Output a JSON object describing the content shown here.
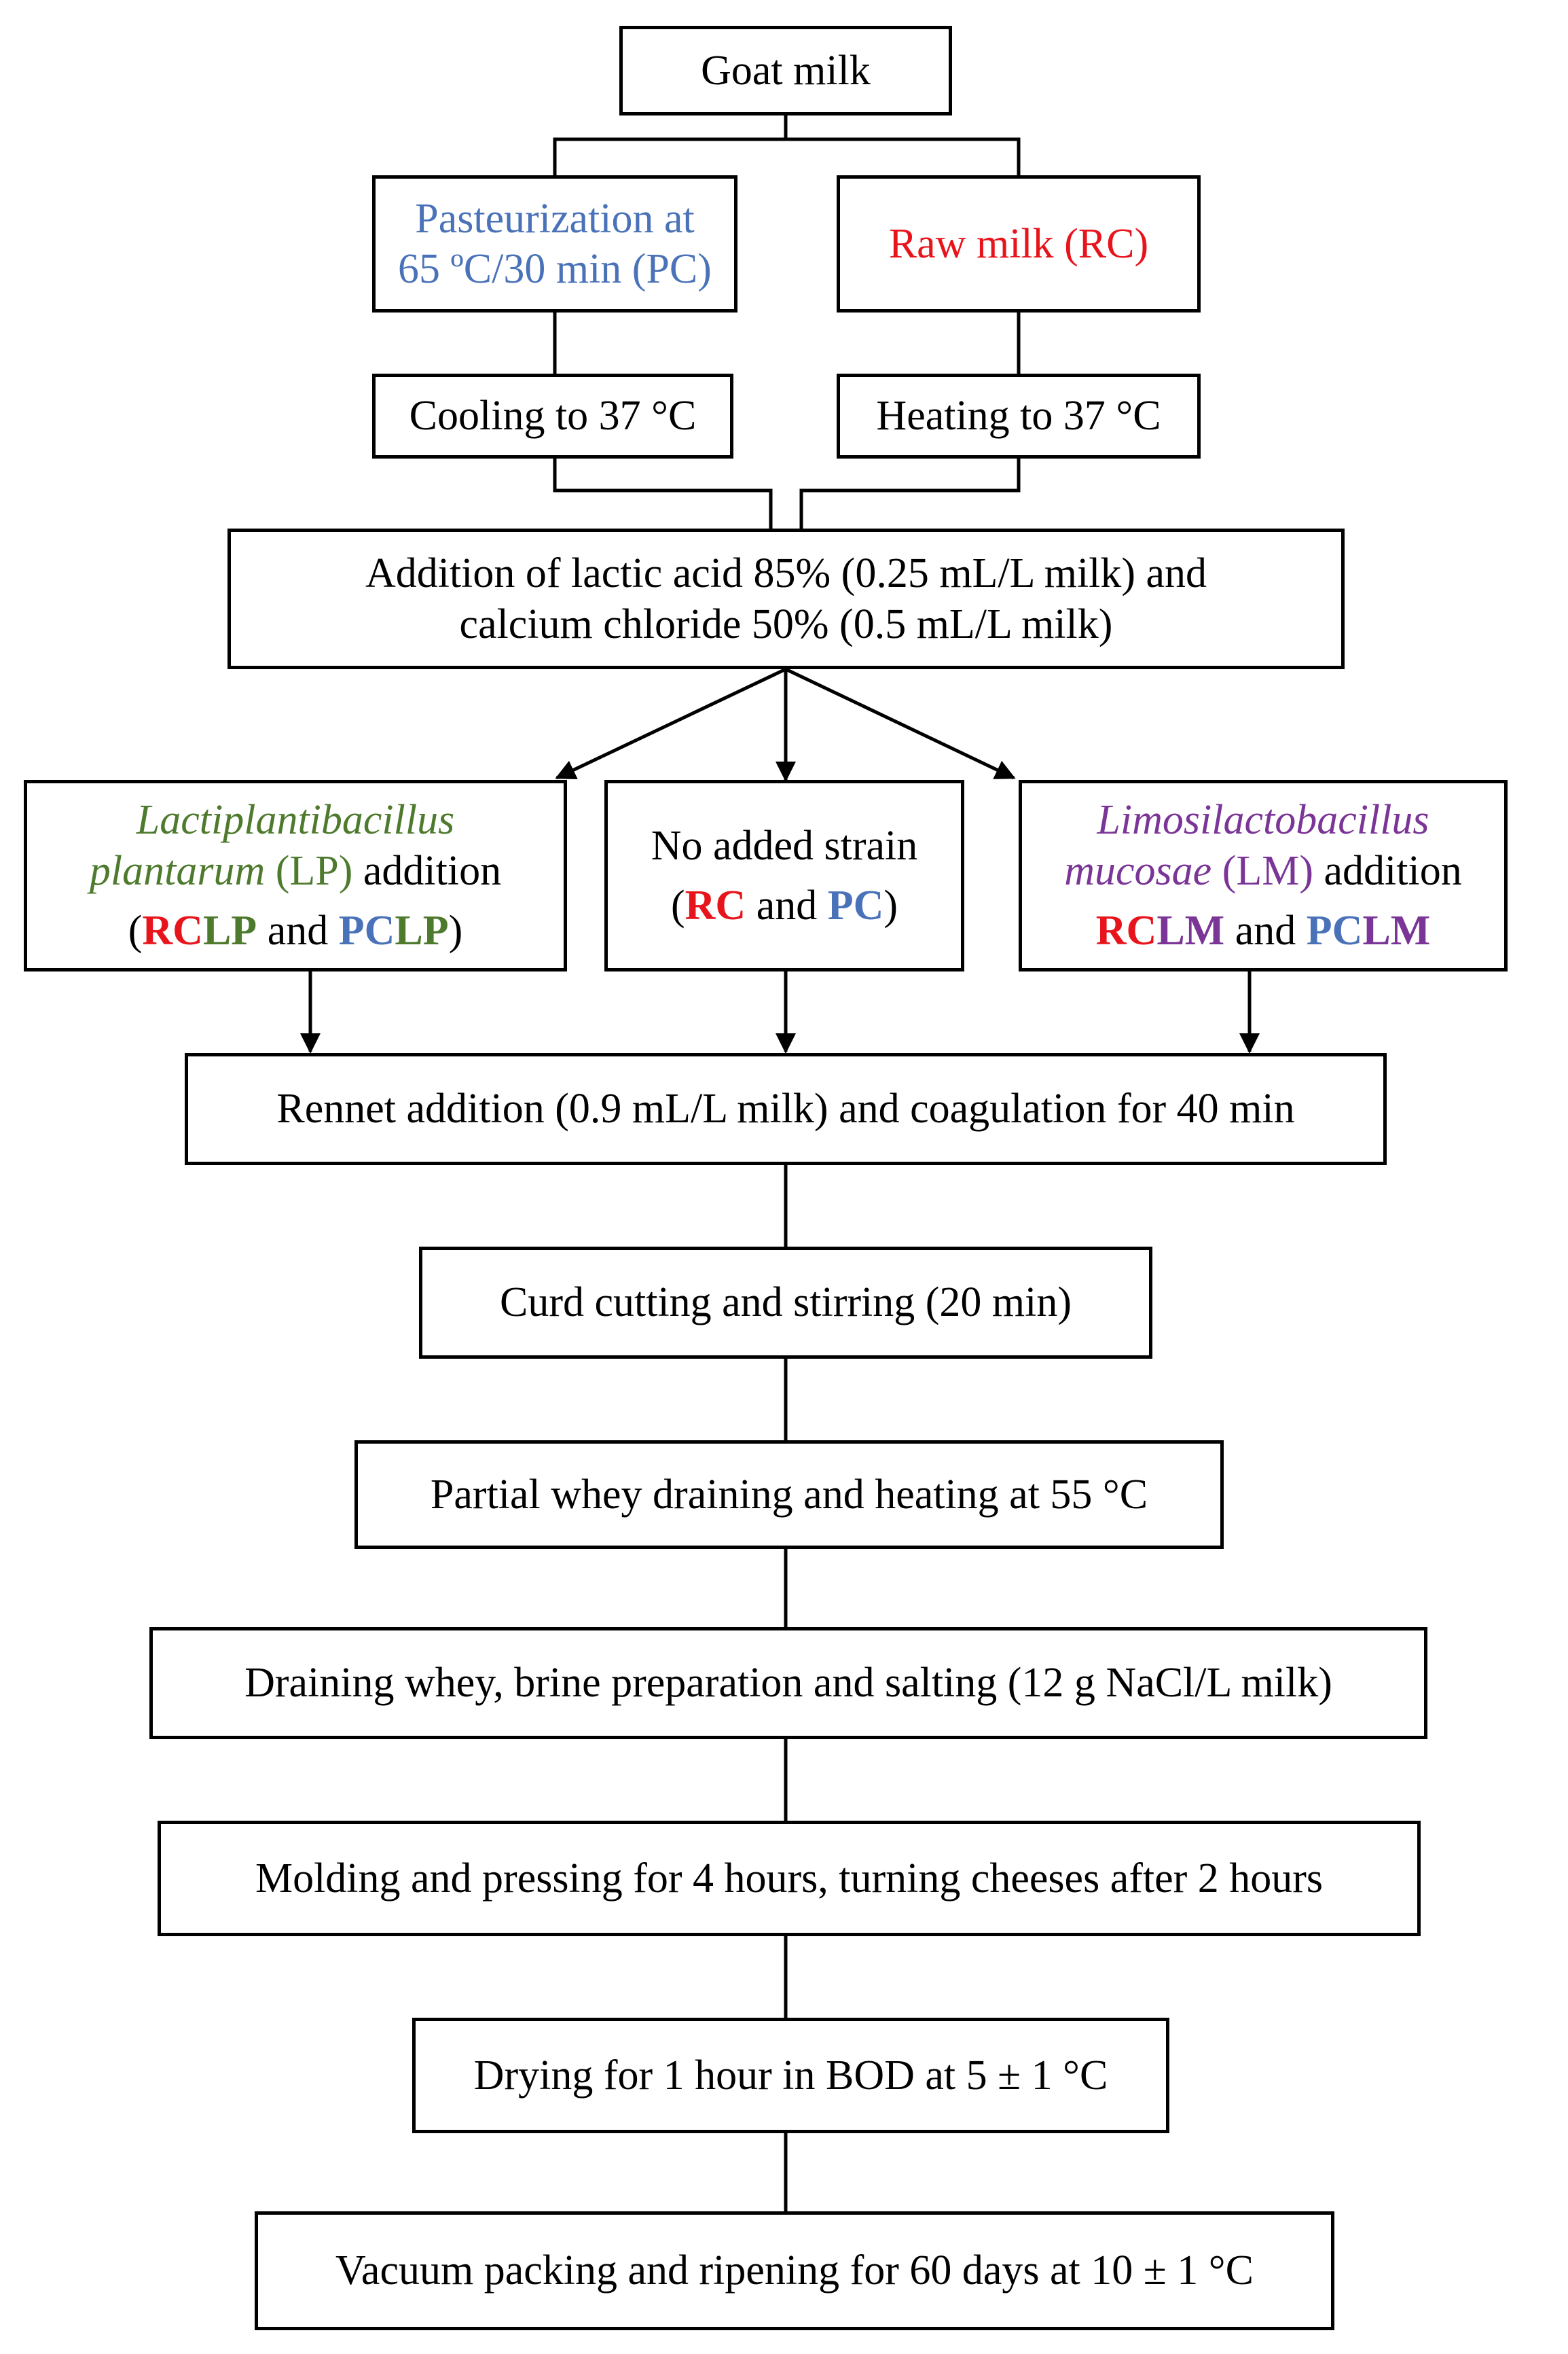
{
  "colors": {
    "red": "#e8141c",
    "blue": "#4a72b8",
    "green": "#4e7a2e",
    "purple": "#7a3597",
    "black": "#000000"
  },
  "steps": {
    "goat_milk": "Goat milk",
    "pasteurization": {
      "line1": "Pasteurization at",
      "line2": "65 ºC/30 min (PC)"
    },
    "raw_milk": "Raw milk (RC)",
    "cooling": "Cooling to 37 °C",
    "heating": "Heating to 37 °C",
    "additives": {
      "line1": "Addition of lactic acid 85% (0.25 mL/L milk) and",
      "line2": "calcium chloride 50% (0.5 mL/L milk)"
    },
    "lp_branch": {
      "name1": "Lactiplantibacillus",
      "name2": "plantarum",
      "abbr": "(LP)",
      "word": "addition",
      "open": "(",
      "rc": "RC",
      "lp": "LP",
      "and": "and",
      "pc": "PC",
      "close": ")"
    },
    "no_strain": {
      "line1": "No added strain",
      "open": "(",
      "rc": "RC",
      "and": "and",
      "pc": "PC",
      "close": ")"
    },
    "lm_branch": {
      "name1": "Limosilactobacillus",
      "name2": "mucosae",
      "abbr": "(LM)",
      "word": "addition",
      "rc": "RC",
      "lm": "LM",
      "and": "and",
      "pc": "PC"
    },
    "rennet": "Rennet addition (0.9 mL/L milk) and coagulation for 40 min",
    "curd": "Curd cutting and stirring (20 min)",
    "whey_heat": "Partial whey draining and heating at 55 °C",
    "salting": "Draining whey, brine preparation and salting (12 g NaCl/L milk)",
    "molding": "Molding and pressing for 4 hours, turning cheeses after 2 hours",
    "drying": "Drying for 1 hour in BOD at 5 ± 1 °C",
    "packing": "Vacuum packing and ripening for 60 days at 10 ± 1 °C"
  }
}
